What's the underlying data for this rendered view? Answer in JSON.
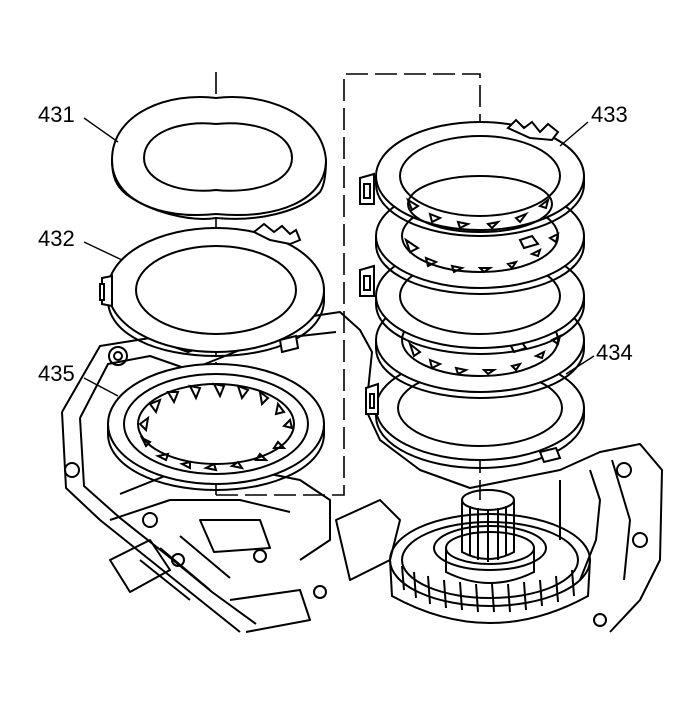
{
  "diagram": {
    "callouts": {
      "c431": "431",
      "c432": "432",
      "c433": "433",
      "c434": "434",
      "c435": "435"
    }
  },
  "colors": {
    "ink": "#000000",
    "paper": "#ffffff"
  }
}
